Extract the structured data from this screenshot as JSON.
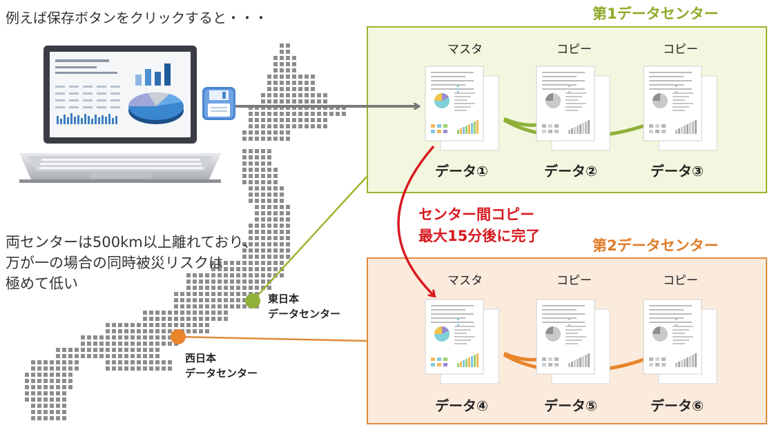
{
  "intro_text": "例えば保存ボタンをクリックすると・・・",
  "description": [
    "両センターは500km以上離れており、",
    "万が一の場合の同時被災リスクは",
    "極めて低い"
  ],
  "sync_note": [
    "センター間コピー",
    "最大15分後に完了"
  ],
  "sites": {
    "east": [
      "東日本",
      "データセンター"
    ],
    "west": [
      "西日本",
      "データセンター"
    ]
  },
  "data_centers": [
    {
      "title": "第1データセンター",
      "color": "#8ea928",
      "docs": [
        {
          "role": "マスタ",
          "label": "データ①"
        },
        {
          "role": "コピー",
          "label": "データ②"
        },
        {
          "role": "コピー",
          "label": "データ③"
        }
      ]
    },
    {
      "title": "第2データセンター",
      "color": "#e07b26",
      "docs": [
        {
          "role": "マスタ",
          "label": "データ④"
        },
        {
          "role": "コピー",
          "label": "データ⑤"
        },
        {
          "role": "コピー",
          "label": "データ⑥"
        }
      ]
    }
  ],
  "icons": [
    "laptop-icon",
    "save-floppy-icon",
    "japan-map-icon",
    "document-icon"
  ],
  "colors": {
    "east": "#8fb039",
    "west": "#e8852b",
    "sync": "#d71920",
    "save_arrow": "#7a7a7a"
  }
}
